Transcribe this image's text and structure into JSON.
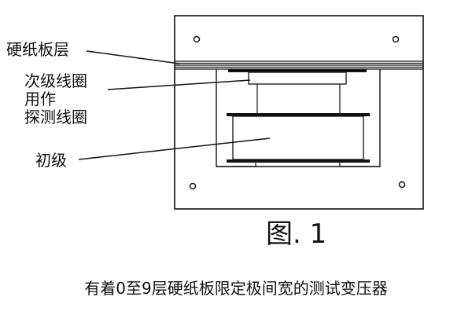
{
  "labels": {
    "cardboard_layer": "硬纸板层",
    "secondary_coil_line1": "次级线圈",
    "secondary_coil_line2": "用作",
    "secondary_coil_line3": "探测线圈",
    "primary": "初级"
  },
  "figure_title": "图. 1",
  "caption": "有着0至9层硬纸板限定极间宽的测试变压器"
}
